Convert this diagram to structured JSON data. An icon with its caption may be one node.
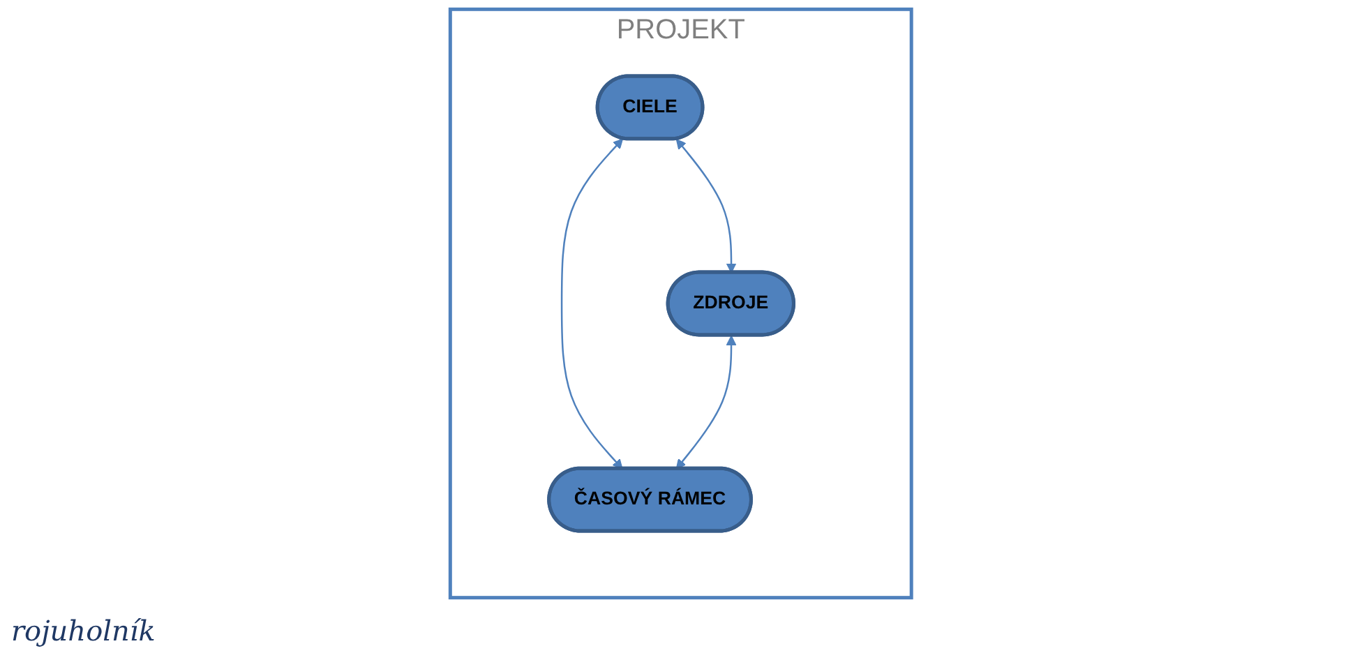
{
  "diagram": {
    "caption": "rojuholník",
    "nodes": [
      {
        "text": [
          "PROJEKT"
        ]
      },
      {
        "text": [
          "CIELE"
        ],
        "in": 0
      },
      {
        "text": [
          "ZDROJE"
        ],
        "in": 0
      },
      {
        "text": [
          "ČASOVÝ RÁMEC"
        ],
        "in": 0
      }
    ],
    "edges": [
      {
        "from": 1,
        "to": 2,
        "arrow": "both"
      },
      {
        "from": 1,
        "to": 3,
        "arrow": "both"
      },
      {
        "from": 2,
        "to": 3,
        "arrow": "both"
      }
    ]
  }
}
